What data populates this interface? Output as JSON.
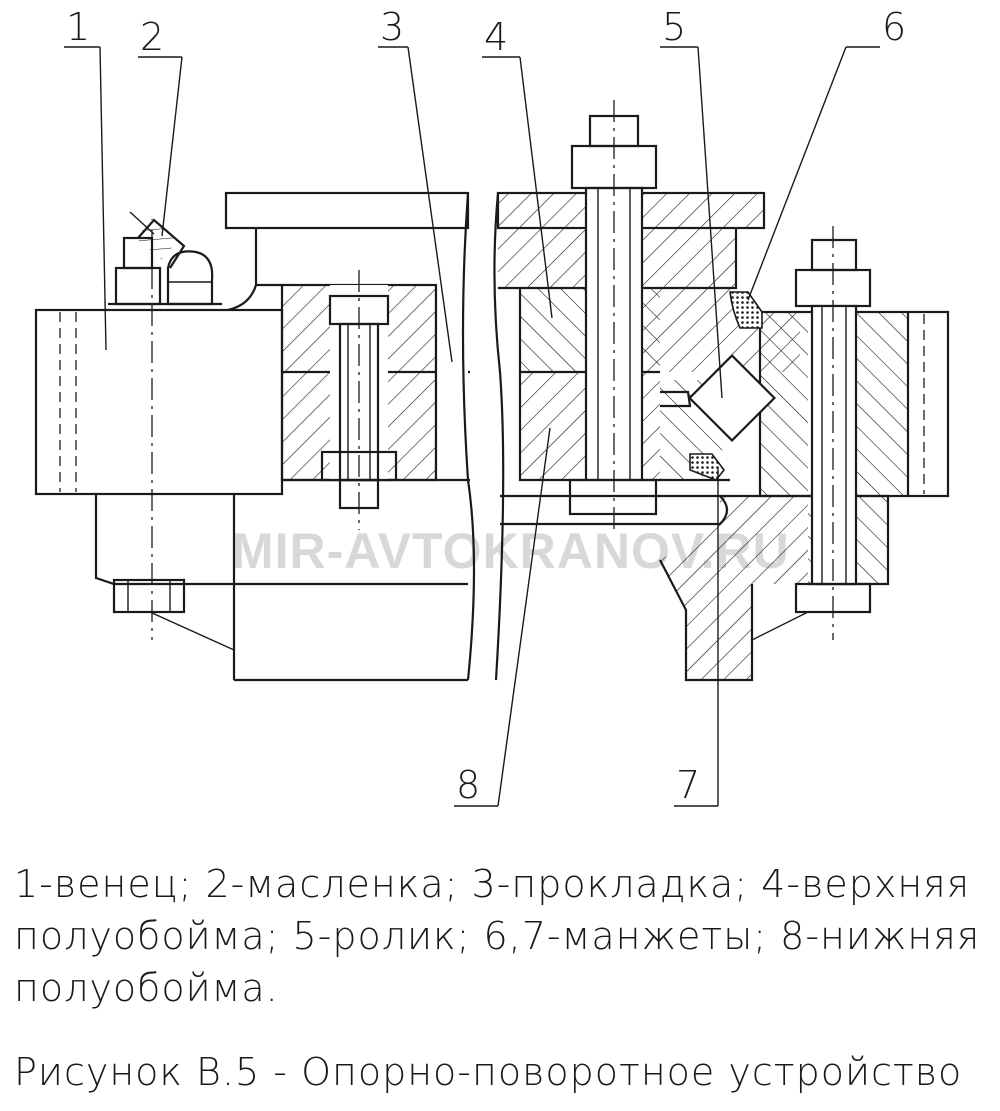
{
  "figure": {
    "watermark": "MIR-AVTOKRANOV.RU",
    "callouts": [
      "1",
      "2",
      "3",
      "4",
      "5",
      "6",
      "7",
      "8"
    ],
    "legend": "1-венец; 2-масленка; 3-прокладка; 4-верхняя полуобойма; 5-ролик; 6,7-манжеты; 8-нижняя полуобойма.",
    "caption": "Рисунок В.5 - Опорно-поворотное устройство"
  }
}
